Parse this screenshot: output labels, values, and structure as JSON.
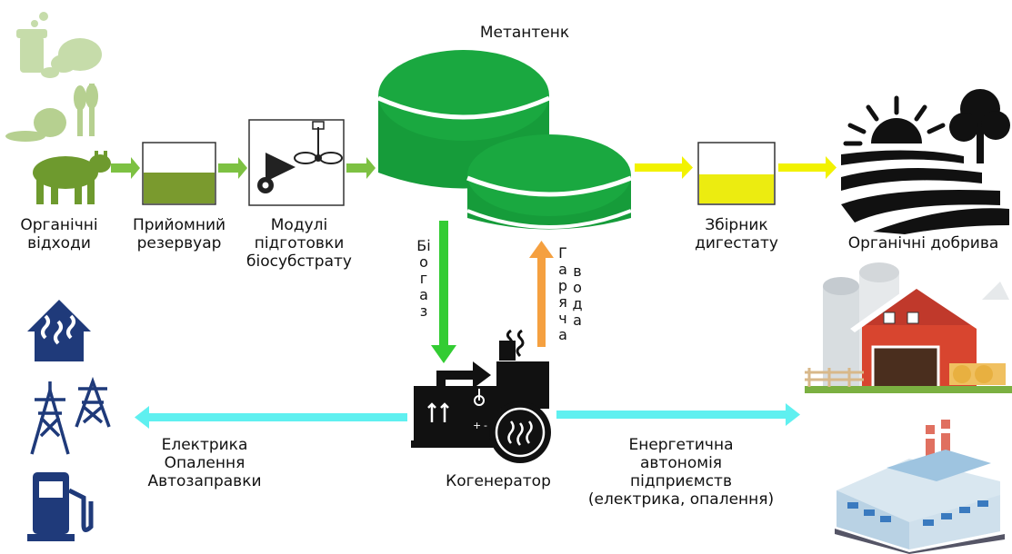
{
  "labels": {
    "organic_waste": "Органічні\nвідходи",
    "receiving_tank": "Прийомний\nрезервуар",
    "prep_modules": "Модулі\nпідготовки\nбіосубстрату",
    "digester": "Метантенк",
    "digestate_collector": "Збірник\nдигестату",
    "organic_fertilizer": "Органічні добрива",
    "biogas": "Біогаз",
    "hot_water_1": "Гаряча",
    "hot_water_2": "вода",
    "cogenerator": "Когенератор",
    "left_outputs": "Електрика\nОпалення\nАвтозаправки",
    "right_outputs": "Енергетична\nавтономія\nпідприємств\n(електрика, опалення)"
  },
  "colors": {
    "green_arrow": "#7dc142",
    "yellow_arrow": "#f2f200",
    "cyan_arrow": "#5ff0f0",
    "orange_arrow": "#f5a040",
    "bright_green_arrow": "#33cc33",
    "digester_green": "#169c3a",
    "tank_green": "#7a9a2e",
    "tank_yellow": "#ecec10",
    "icon_navy": "#1f3a7a"
  }
}
